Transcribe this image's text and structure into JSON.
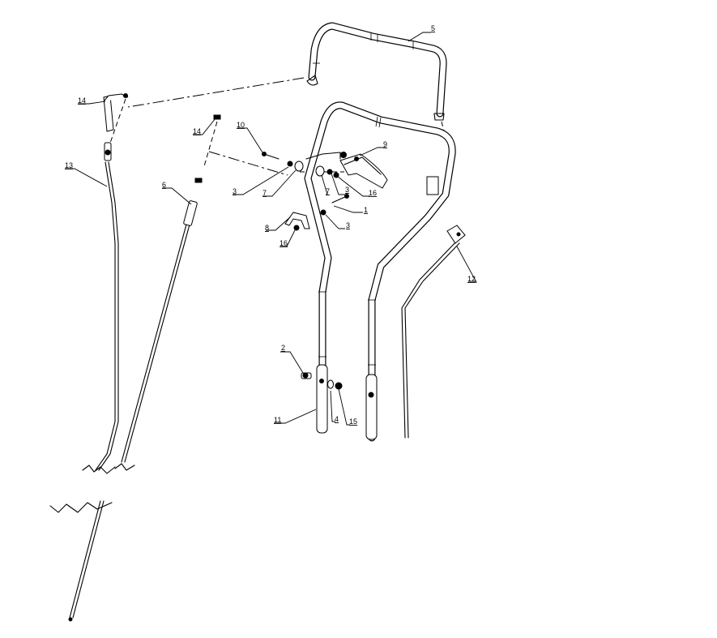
{
  "callouts": {
    "c1": "1",
    "c2": "2",
    "c3a": "3",
    "c3b": "3",
    "c3c": "3",
    "c4": "4",
    "c5": "5",
    "c6": "6",
    "c7a": "7",
    "c7b": "7",
    "c8": "8",
    "c9": "9",
    "c10": "10",
    "c11": "11",
    "c12": "12",
    "c13": "13",
    "c14a": "14",
    "c14b": "14",
    "c15": "15",
    "c16a": "16",
    "c16b": "16"
  },
  "colors": {
    "line": "#000000",
    "background": "#ffffff"
  }
}
